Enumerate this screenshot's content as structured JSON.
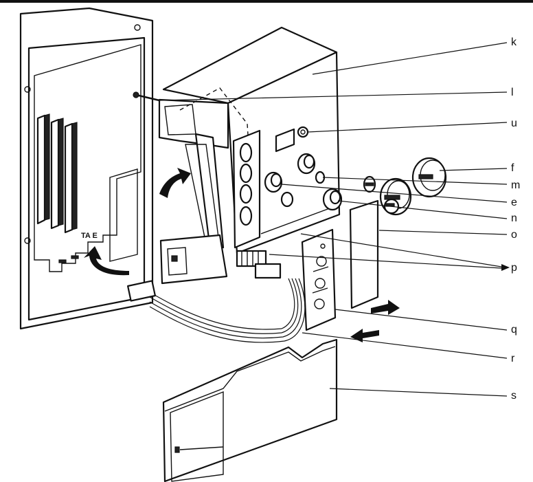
{
  "labels": {
    "k": "k",
    "l": "l",
    "u": "u",
    "f": "f",
    "m": "m",
    "e": "e",
    "n": "n",
    "o": "o",
    "p": "p",
    "q": "q",
    "r": "r",
    "s": "s"
  },
  "board_marking": "TA E"
}
